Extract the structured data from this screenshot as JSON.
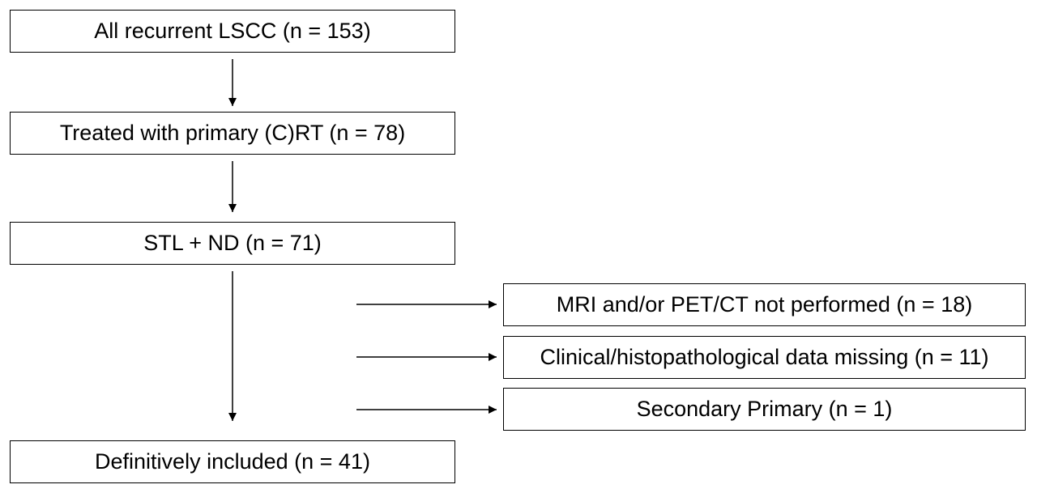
{
  "flowchart": {
    "steps": [
      {
        "label": "All recurrent LSCC (n = 153)"
      },
      {
        "label": "Treated with primary (C)RT (n = 78)"
      },
      {
        "label": "STL + ND (n = 71)"
      },
      {
        "label": "Definitively included (n = 41)"
      }
    ],
    "exclusions": [
      {
        "label": "MRI and/or PET/CT not performed (n = 18)"
      },
      {
        "label": "Clinical/histopathological data missing (n = 11)"
      },
      {
        "label": "Secondary Primary (n = 1)"
      }
    ]
  }
}
